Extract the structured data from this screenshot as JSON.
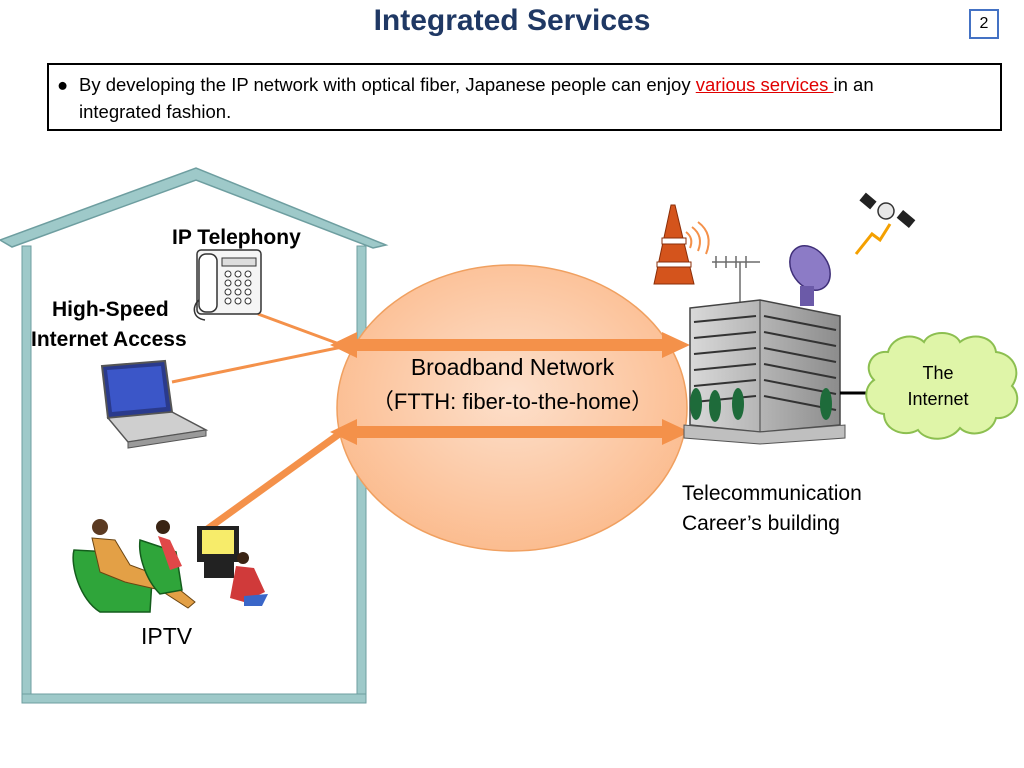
{
  "title": "Integrated Services",
  "page_number": "2",
  "bullet": {
    "marker": "●",
    "text_before": "By developing the IP network with optical fiber, Japanese people can enjoy ",
    "highlight": "various services ",
    "text_after": "in an",
    "line2": "integrated fashion."
  },
  "labels": {
    "ip_telephony": "IP Telephony",
    "high_speed_line1": "High-Speed",
    "high_speed_line2": "Internet Access",
    "iptv": "IPTV",
    "broadband_line1": "Broadband Network",
    "broadband_line2": "（FTTH: fiber-to-the-home）",
    "telecom_line1": "Telecommunication",
    "telecom_line2": "Career’s building",
    "internet_line1": "The",
    "internet_line2": "Internet"
  },
  "colors": {
    "title": "#1f3864",
    "highlight": "#e00000",
    "house_frame": "#9ec9c9",
    "cloud_fill": "#dff5a8",
    "oval_fill": "#fcc399",
    "arrow": "#f4914a"
  }
}
